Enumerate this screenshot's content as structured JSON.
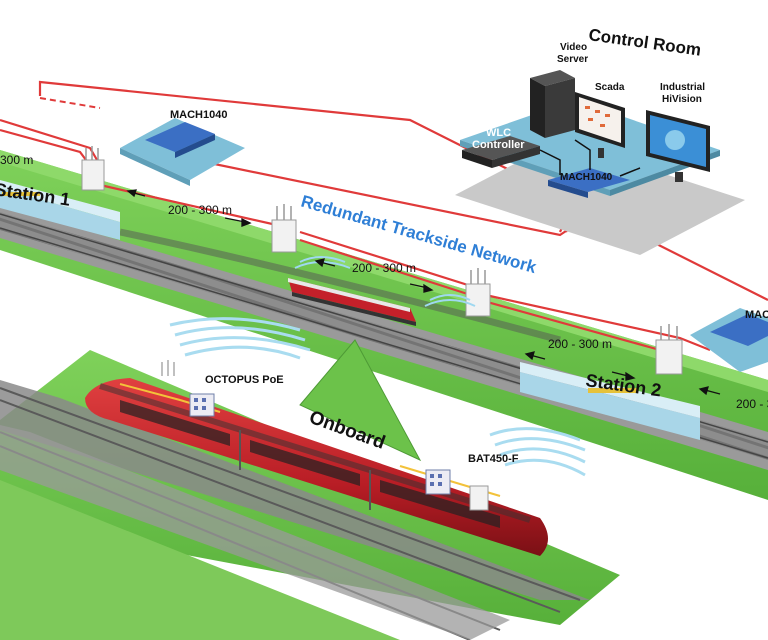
{
  "control_room": {
    "title": "Control Room",
    "video_server": [
      "Video",
      "Server"
    ],
    "scada": "Scada",
    "hivision": [
      "Industrial",
      "HiVision"
    ],
    "wlc": [
      "WLC",
      "Controller"
    ],
    "switch": "MACH1040"
  },
  "network_label": "Redundant Trackside Network",
  "switch_left": "MACH1040",
  "switch_right": "MAC",
  "stations": {
    "station1": "Station 1",
    "station2": "Station 2"
  },
  "distances": {
    "d_topleft": "300 m",
    "d1": "200 - 300 m",
    "d2": "200 - 300 m",
    "d3": "200 - 300 m",
    "d_right": "200 - 3"
  },
  "onboard": {
    "label": "Onboard",
    "octopus": "OCTOPUS PoE",
    "bat": "BAT450-F"
  },
  "colors": {
    "grass": "#6cc24a",
    "ground_dark": "#4e9a36",
    "red_line": "#e03a3a",
    "platform_blue": "#7fbfd8",
    "train_red": "#c4202a",
    "network_text": "#2f7fd6"
  }
}
